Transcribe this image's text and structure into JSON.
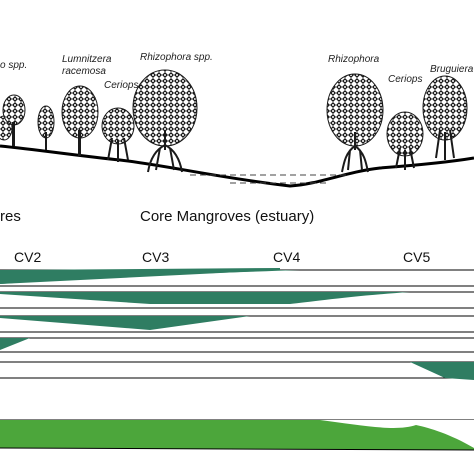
{
  "species_labels": {
    "rhizophora_left_partial": "o spp.",
    "lumnitzera_line1": "Lumnitzera",
    "lumnitzera_line2": "racemosa",
    "ceriops_left": "Ceriops",
    "rhizophora_spp": "Rhizophora spp.",
    "rhizophora_right": "Rhizophora",
    "ceriops_right": "Ceriops",
    "bruguiera_partial": "Bruguiera"
  },
  "headings": {
    "left_partial": "res",
    "core": "Core Mangroves (estuary)"
  },
  "cv_labels": [
    "CV2",
    "CV3",
    "CV4",
    "CV5"
  ],
  "colors": {
    "band_dark": "#2f7d62",
    "band_bright": "#4ca63b",
    "tree_foliage": "#1a1a1a",
    "line": "#000000"
  },
  "icons": [
    "mangrove-tree-icon",
    "prop-root-icon"
  ]
}
